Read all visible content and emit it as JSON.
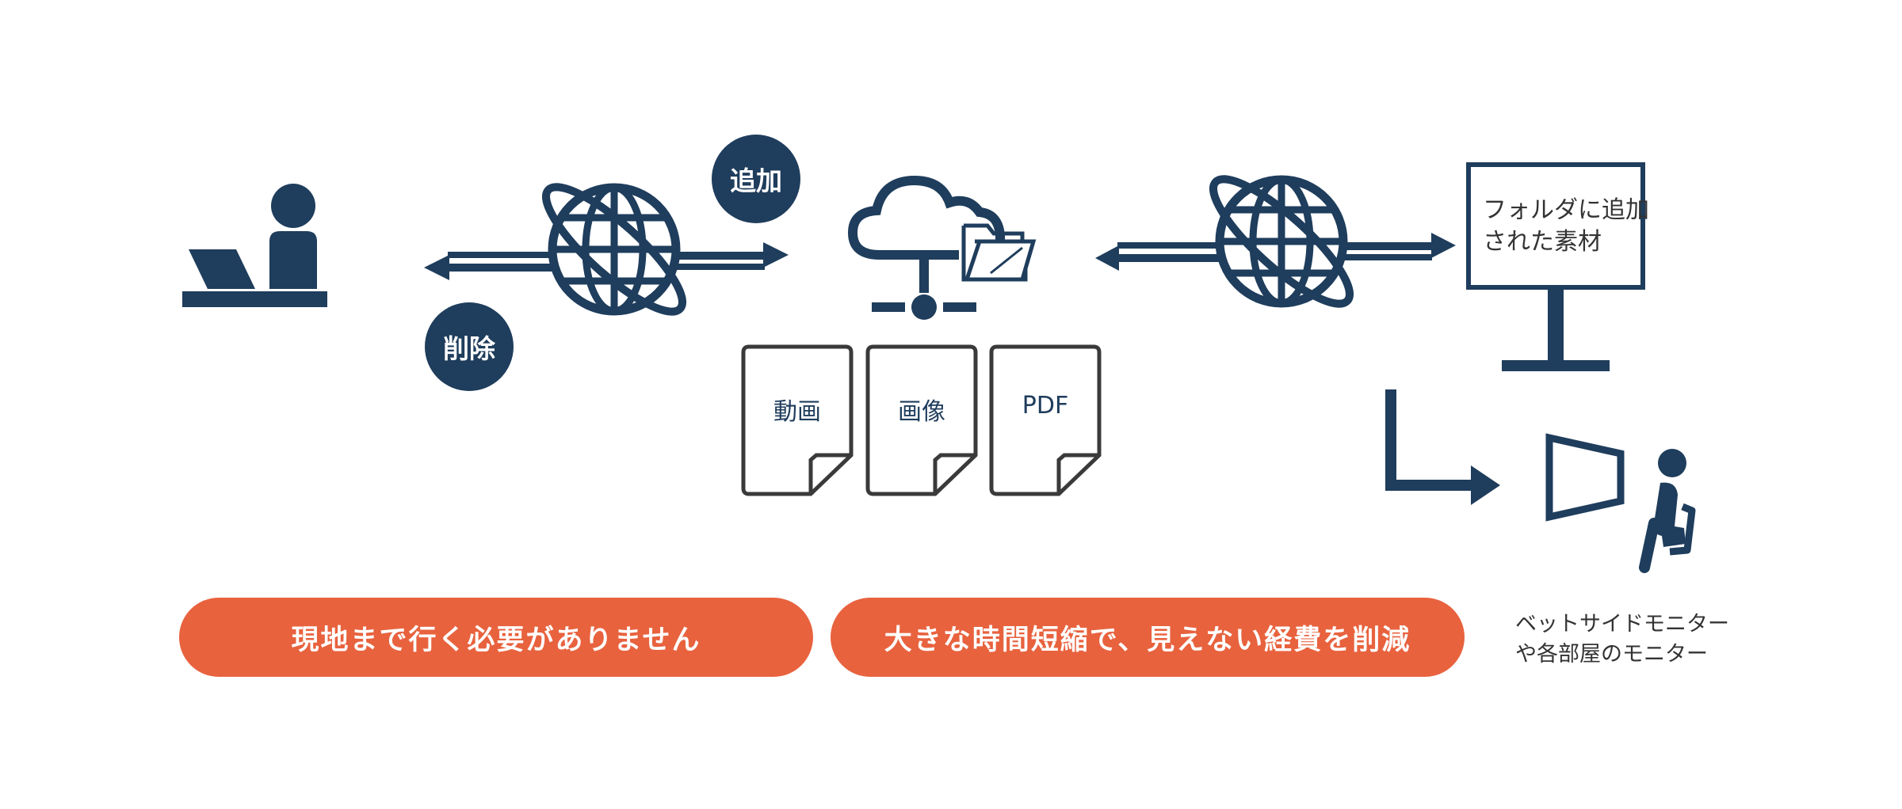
{
  "badges": {
    "add": "追加",
    "delete": "削除"
  },
  "documents": [
    {
      "label": "動画"
    },
    {
      "label": "画像"
    },
    {
      "label": "PDF"
    }
  ],
  "monitor": {
    "line1": "フォルダに追加",
    "line2": "された素材"
  },
  "bedside_caption": {
    "line1": "ベットサイドモニター",
    "line2": "や各部屋のモニター"
  },
  "benefits": [
    {
      "label": "現地まで行く必要がありません"
    },
    {
      "label": "大きな時間短縮で、見えない経費を削減"
    }
  ],
  "colors": {
    "navy": "#1f3d5c",
    "orange": "#e8623e",
    "doc_border": "#3a3a3a",
    "text": "#333333"
  },
  "icons": [
    "person-laptop-icon",
    "globe-icon",
    "cloud-server-icon",
    "folder-icon",
    "document-icon",
    "monitor-icon",
    "seated-viewer-icon",
    "arrow-icon"
  ]
}
